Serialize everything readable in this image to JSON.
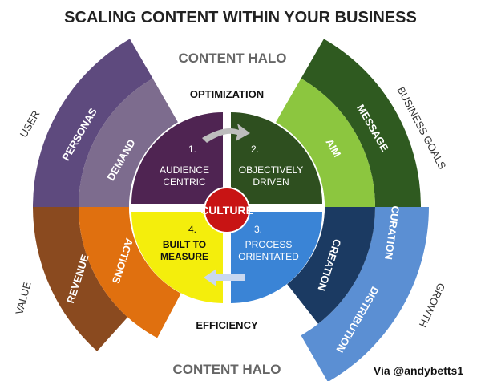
{
  "title": "SCALING CONTENT WITHIN YOUR BUSINESS",
  "halo_top": "CONTENT HALO",
  "halo_bottom": "CONTENT HALO",
  "optimization": "OPTIMIZATION",
  "efficiency": "EFFICIENCY",
  "center": "CULTURE",
  "credit": "Via @andybetts1",
  "side_labels": {
    "user": "USER",
    "business_goals": "BUSINESS GOALS",
    "value": "VALUE",
    "growth": "GROWTH"
  },
  "bands": {
    "personas": "PERSONAS",
    "demand": "DEMAND",
    "message": "MESSAGE",
    "aim": "AIM",
    "creation": "CREATION",
    "curation": "CURATION",
    "distribution": "DISTRIBUTION",
    "actions": "ACTIONS",
    "revenue": "REVENUE"
  },
  "quadrants": [
    {
      "num": "1.",
      "line1": "AUDIENCE",
      "line2": "CENTRIC"
    },
    {
      "num": "2.",
      "line1": "OBJECTIVELY",
      "line2": "DRIVEN"
    },
    {
      "num": "3.",
      "line1": "PROCESS",
      "line2": "ORIENTATED"
    },
    {
      "num": "4.",
      "line1": "BUILT TO",
      "line2": "MEASURE"
    }
  ],
  "colors": {
    "q1": "#4f2452",
    "q2": "#2e4f1f",
    "q3": "#3a84d6",
    "q4": "#f4ee0c",
    "culture": "#c81414"
  }
}
